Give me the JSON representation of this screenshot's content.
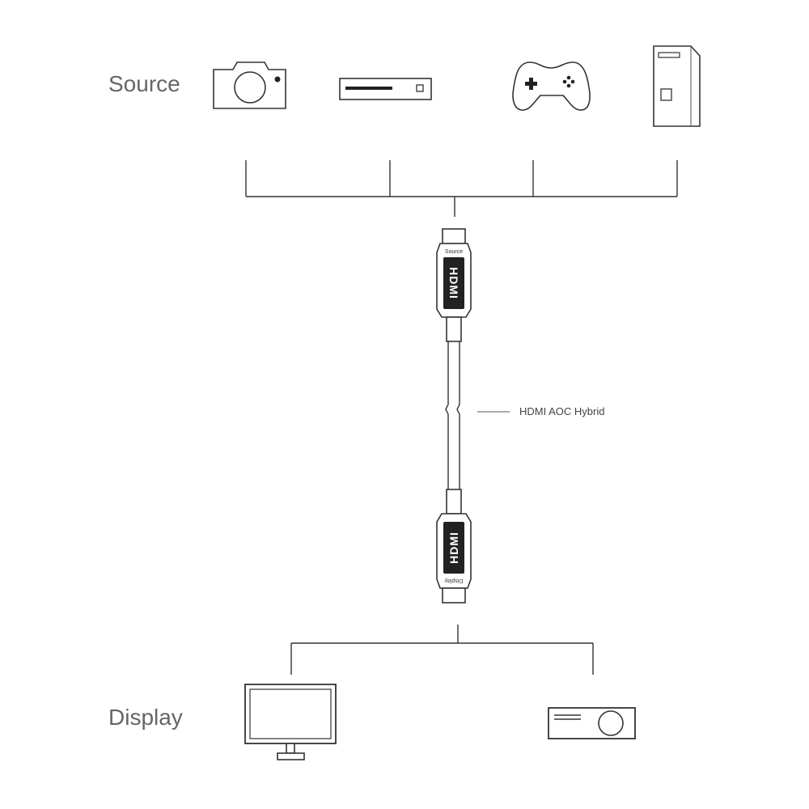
{
  "labels": {
    "source": "Source",
    "display": "Display",
    "cable": "HDMI AOC Hybrid"
  },
  "connectors": {
    "top": {
      "brand": "HDMI",
      "end_label": "Source"
    },
    "bottom": {
      "brand": "HDMI",
      "end_label": "Display"
    }
  },
  "source_devices": [
    {
      "icon": "camera-icon"
    },
    {
      "icon": "set-top-box-icon"
    },
    {
      "icon": "gamepad-icon"
    },
    {
      "icon": "pc-tower-icon"
    }
  ],
  "display_devices": [
    {
      "icon": "monitor-icon"
    },
    {
      "icon": "projector-icon"
    }
  ],
  "colors": {
    "line": "#333333",
    "text": "#666666",
    "connector_label_bg": "#222222"
  }
}
